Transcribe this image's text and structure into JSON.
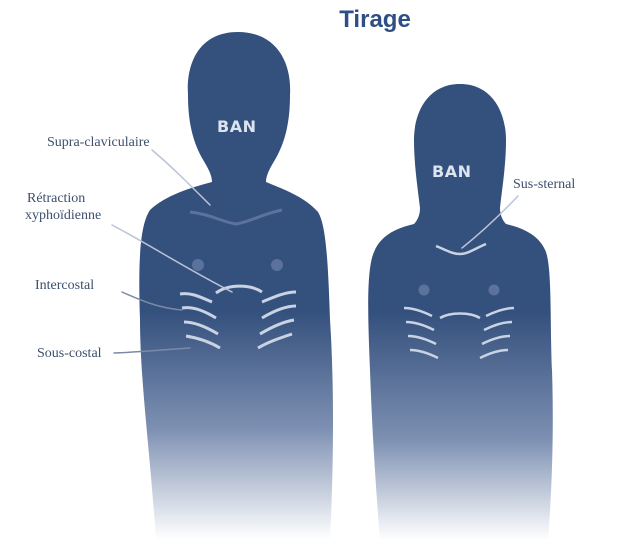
{
  "title": "Tirage",
  "figures": {
    "left_badge": "BAN",
    "right_badge": "BAN"
  },
  "labels": {
    "supra_claviculaire": "Supra-claviculaire",
    "retraction_line1": "Rétraction",
    "retraction_line2": "xyphoïdienne",
    "intercostal": "Intercostal",
    "sous_costal": "Sous-costal",
    "sus_sternal": "Sus-sternal"
  },
  "colors": {
    "silhouette": "#34507d",
    "title": "#2f4f84",
    "label_text": "#3c4f6e",
    "rib_lines": "#c9d3e3"
  }
}
